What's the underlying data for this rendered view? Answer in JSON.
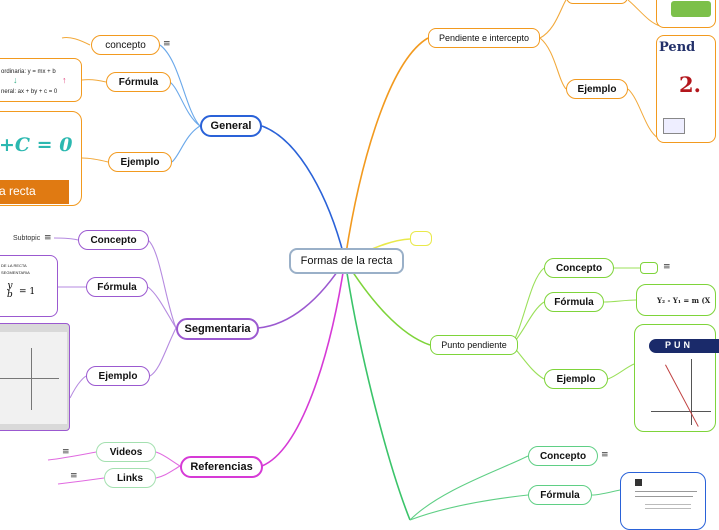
{
  "title": "Formas de la recta",
  "colors": {
    "general": "#2a62d8",
    "pendiente": "#f29a1f",
    "segmentaria": "#9b59d0",
    "referencias": "#d63ad6",
    "punto": "#7ed43a",
    "bottom": "#3bc46a",
    "yellow": "#e9e94a"
  },
  "branches": {
    "general": {
      "label": "General",
      "concepto": "concepto",
      "formula": "Fórmula",
      "ejemplo": "Ejemplo",
      "formula_line1": "ordinaria: y = mx + b",
      "formula_line2": "neral: ax + by + c = 0",
      "example_eq": "+C = 0",
      "example_caption": "a recta"
    },
    "pendiente": {
      "label": "Pendiente e intercepto",
      "ejemplo": "Ejemplo",
      "image_text": "Pend",
      "image_num": "2."
    },
    "segmentaria": {
      "label": "Segmentaria",
      "subtopic": "Subtopic",
      "concepto": "Concepto",
      "formula": "Fórmula",
      "ejemplo": "Ejemplo",
      "formula_head1": "DE LA RECTA",
      "formula_head2": "SEGMENTARIA",
      "formula_eq": "= 1"
    },
    "referencias": {
      "label": "Referencias",
      "videos": "Videos",
      "links": "Links"
    },
    "punto": {
      "label": "Punto pendiente",
      "concepto": "Concepto",
      "formula": "Fórmula",
      "ejemplo": "Ejemplo",
      "formula_eq": "Y₂ - Y₁ = m (X",
      "image_text": "PUN"
    },
    "bottom": {
      "concepto": "Concepto",
      "formula": "Fórmula"
    }
  },
  "note_icon": "≡"
}
